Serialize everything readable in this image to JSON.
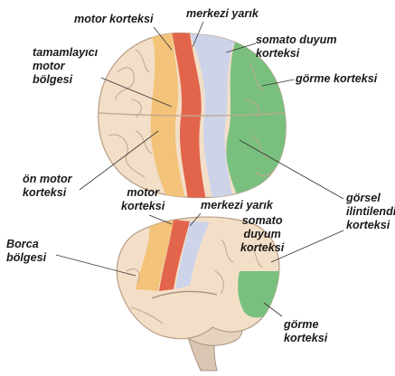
{
  "labels": {
    "motor_cortex_top": "motor korteksi",
    "central_sulcus_top": "merkezi yarık",
    "somatosensory_top": [
      "somato duyum",
      "korteksi"
    ],
    "supplementary_motor": [
      "tamamlayıcı",
      "motor",
      "bölgesi"
    ],
    "visual_cortex_top": "görme korteksi",
    "premotor_cortex": [
      "ön motor",
      "korteksi"
    ],
    "motor_cortex_bottom": [
      "motor",
      "korteksi"
    ],
    "central_sulcus_bottom": "merkezi yarık",
    "somatosensory_bottom": [
      "somato",
      "duyum",
      "korteksi"
    ],
    "visual_association": [
      "görsel",
      "ilintilendirme",
      "korteksi"
    ],
    "broca_area": [
      "Borca",
      "bölgesi"
    ],
    "visual_cortex_bottom": [
      "görme",
      "korteksi"
    ]
  },
  "colors": {
    "cortex_base": "#f3dfc8",
    "motor_cortex": "#e2654b",
    "premotor_area": "#f3c379",
    "somatosensory": "#cdd4ea",
    "visual_cortex": "#79c07f",
    "sulcus_line": "#c2a690",
    "brainstem": "#d8c6b2",
    "leader_line": "#333333"
  }
}
